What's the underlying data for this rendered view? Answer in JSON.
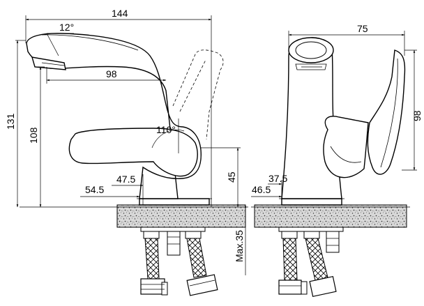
{
  "dimensions": {
    "front_total_width": "144",
    "spout_angle": "12°",
    "spout_reach": "98",
    "total_height": "131",
    "spout_height": "108",
    "lever_angle": "110°",
    "lever_height": "45",
    "offset_47": "47.5",
    "offset_54": "54.5",
    "side_width": "75",
    "side_height": "98",
    "side_offset_46": "46.5",
    "side_offset_37": "37.5",
    "max_thickness": "Max.35"
  }
}
